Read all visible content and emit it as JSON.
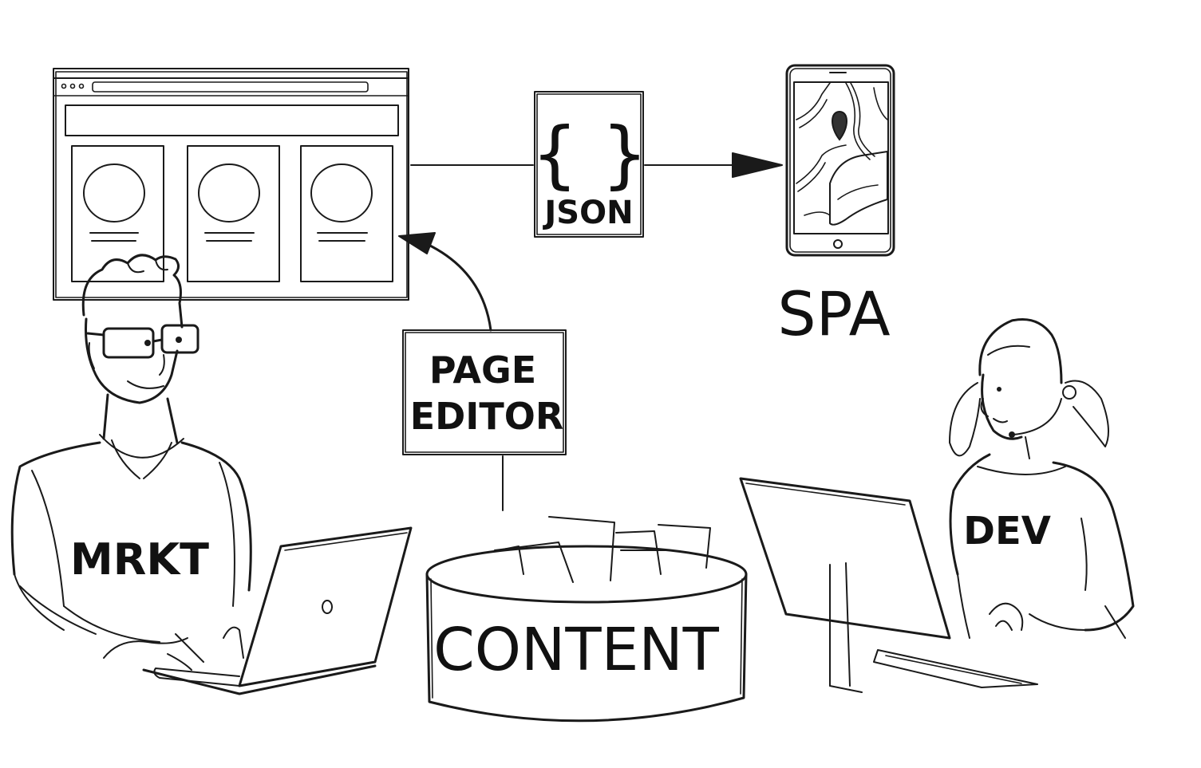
{
  "labels": {
    "json": "JSON",
    "spa": "SPA",
    "page_editor_line1": "PAGE",
    "page_editor_line2": "EDITOR",
    "marketer_shirt": "MRKT",
    "developer_shirt": "DEV",
    "content": "CONTENT"
  },
  "json_braces": "{ }",
  "colors": {
    "ink": "#1a1a1a",
    "background": "#ffffff"
  }
}
